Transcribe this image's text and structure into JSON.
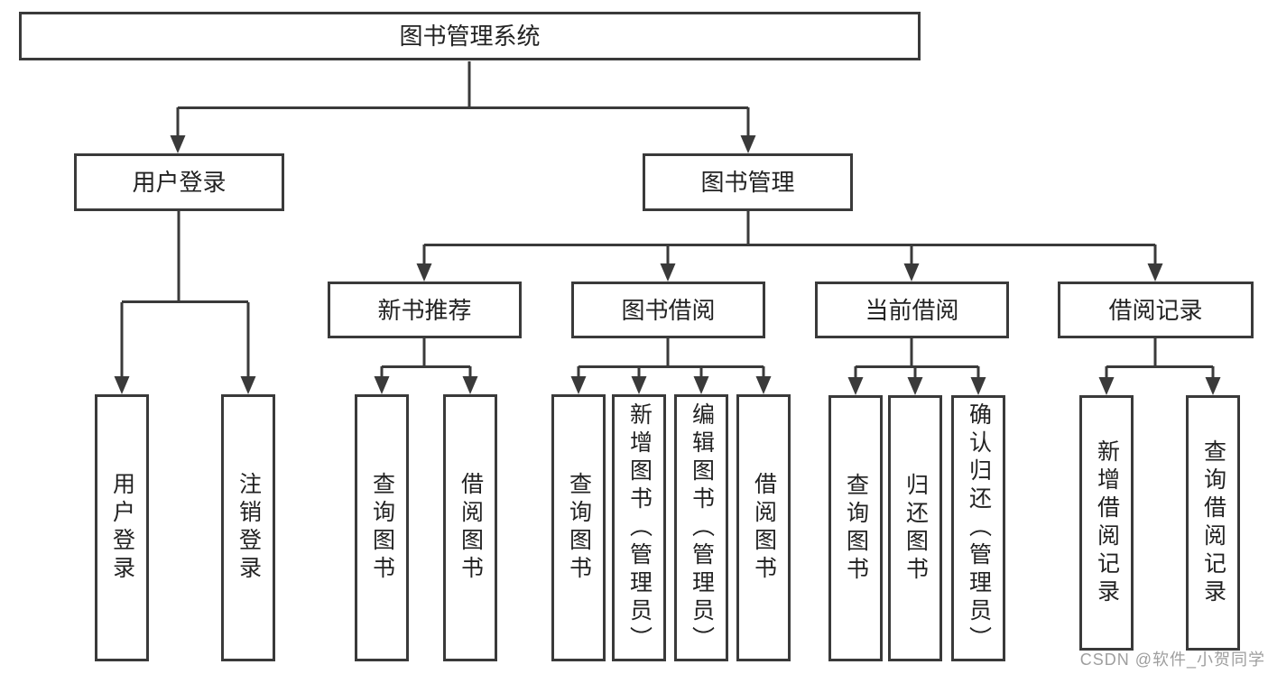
{
  "colors": {
    "line": "#3a3a3a",
    "text": "#222222",
    "watermark": "#9e9e9e",
    "background": "#ffffff"
  },
  "tree": {
    "root": {
      "label": "图书管理系统"
    },
    "branches": [
      {
        "label": "用户登录",
        "children": [
          {
            "label": "用户登录"
          },
          {
            "label": "注销登录"
          }
        ]
      },
      {
        "label": "图书管理",
        "children": [
          {
            "label": "新书推荐",
            "children": [
              {
                "label": "查询图书"
              },
              {
                "label": "借阅图书"
              }
            ]
          },
          {
            "label": "图书借阅",
            "children": [
              {
                "label": "查询图书"
              },
              {
                "label": "新增图书（管理员）"
              },
              {
                "label": "编辑图书（管理员）"
              },
              {
                "label": "借阅图书"
              }
            ]
          },
          {
            "label": "当前借阅",
            "children": [
              {
                "label": "查询图书"
              },
              {
                "label": "归还图书"
              },
              {
                "label": "确认归还（管理员）"
              }
            ]
          },
          {
            "label": "借阅记录",
            "children": [
              {
                "label": "新增借阅记录"
              },
              {
                "label": "查询借阅记录"
              }
            ]
          }
        ]
      }
    ]
  },
  "watermark": {
    "text": "CSDN @软件_小贺同学"
  }
}
